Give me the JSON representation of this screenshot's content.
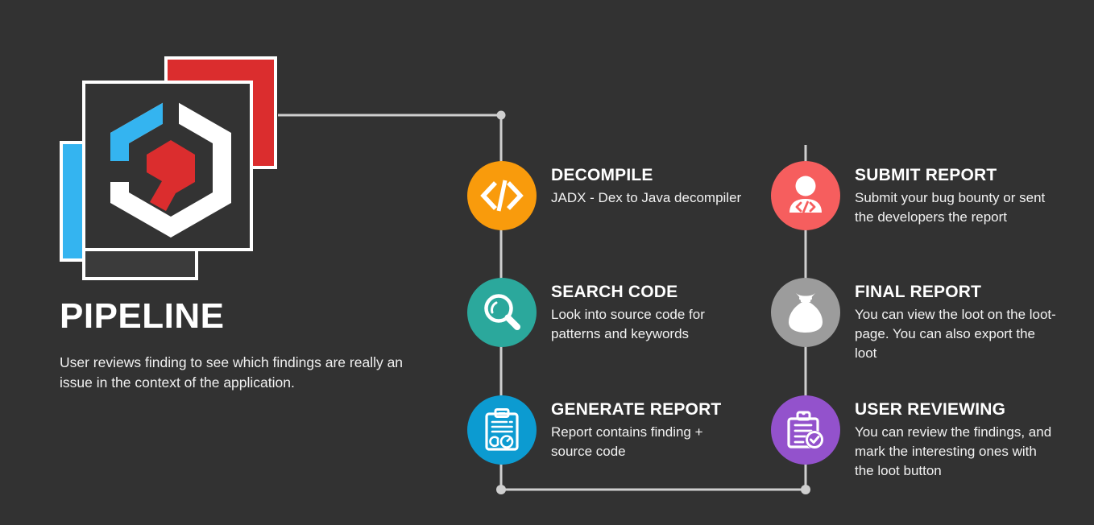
{
  "theme": {
    "background": "#323232",
    "text": "#ffffff",
    "connector": "#cfcfcf"
  },
  "brand": {
    "logo_name": "hexagon-key-logo",
    "accent_red": "#DB2D2E",
    "accent_cyan": "#34B4F0",
    "accent_white": "#ffffff"
  },
  "heading": {
    "title": "PIPELINE",
    "description": "User reviews finding to see which findings are really an issue in the context of the application."
  },
  "steps": [
    {
      "id": "decompile",
      "title": "DECOMPILE",
      "description": "JADX - Dex to Java decompiler",
      "color": "#F99B0C",
      "icon": "code-brackets-icon"
    },
    {
      "id": "search-code",
      "title": "SEARCH CODE",
      "description": "Look into source code for patterns and keywords",
      "color": "#2BA89C",
      "icon": "magnifying-glass-icon"
    },
    {
      "id": "generate-report",
      "title": "GENERATE REPORT",
      "description": "Report contains finding + source code",
      "color": "#0C9BD1",
      "icon": "clipboard-chart-icon"
    },
    {
      "id": "submit-report",
      "title": "SUBMIT REPORT",
      "description": "Submit your bug bounty or sent the developers the report",
      "color": "#F65E5E",
      "icon": "person-code-icon"
    },
    {
      "id": "final-report",
      "title": "FINAL REPORT",
      "description": "You can view the loot on the loot-page. You can also export the loot",
      "color": "#9C9C9C",
      "icon": "money-bag-icon"
    },
    {
      "id": "user-reviewing",
      "title": "USER REVIEWING",
      "description": "You can review the findings, and mark the interesting ones with the loot button",
      "color": "#9352CC",
      "icon": "clipboard-check-icon"
    }
  ]
}
